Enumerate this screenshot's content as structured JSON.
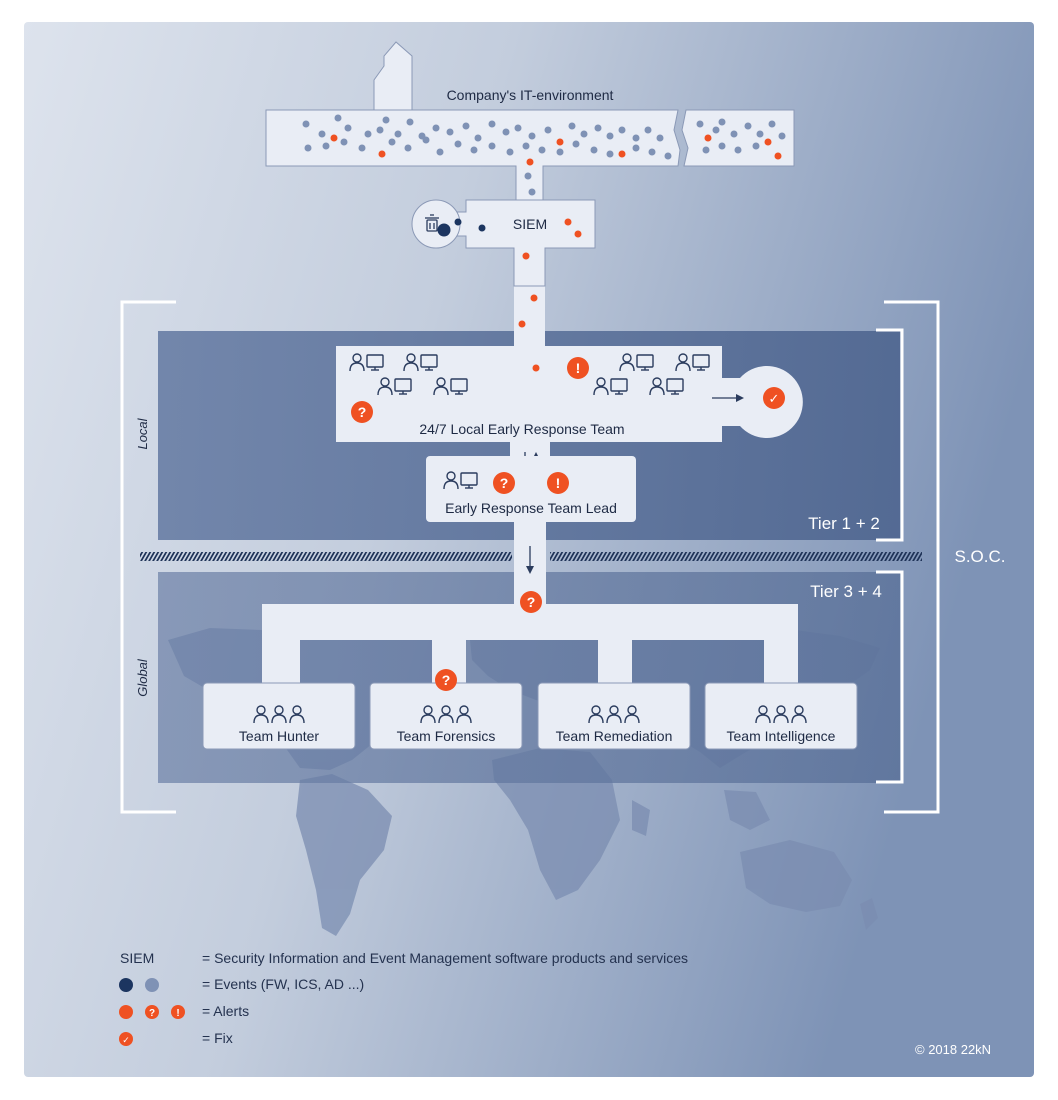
{
  "it_environment": {
    "label": "Company's IT-environment"
  },
  "siem": {
    "label": "SIEM"
  },
  "soc": {
    "label": "S.O.C.",
    "local_label": "Local",
    "global_label": "Global",
    "tier12_label": "Tier 1 + 2",
    "tier34_label": "Tier 3 + 4"
  },
  "local_team": {
    "label": "24/7 Local Early Response Team"
  },
  "team_lead": {
    "label": "Early Response Team Lead"
  },
  "global_teams": [
    {
      "label": "Team Hunter"
    },
    {
      "label": "Team Forensics"
    },
    {
      "label": "Team Remediation"
    },
    {
      "label": "Team Intelligence"
    }
  ],
  "legend": [
    {
      "key": "SIEM",
      "text": "= Security Information and Event Management software products and services"
    },
    {
      "key": "",
      "text": "= Events (FW, ICS, AD ...)"
    },
    {
      "key": "",
      "text": "= Alerts"
    },
    {
      "key": "",
      "text": "= Fix"
    }
  ],
  "markers": {
    "question": "?",
    "exclamation": "!",
    "check": "✓"
  },
  "copyright": "© 2018 22kN",
  "colors": {
    "alert": "#ef5122",
    "event_dark": "#1c3560",
    "event_light": "#7f92b5",
    "panel": "#e9edf5",
    "band": "#5a6f96",
    "bracket": "#ffffff",
    "map": "#7b8db1"
  }
}
